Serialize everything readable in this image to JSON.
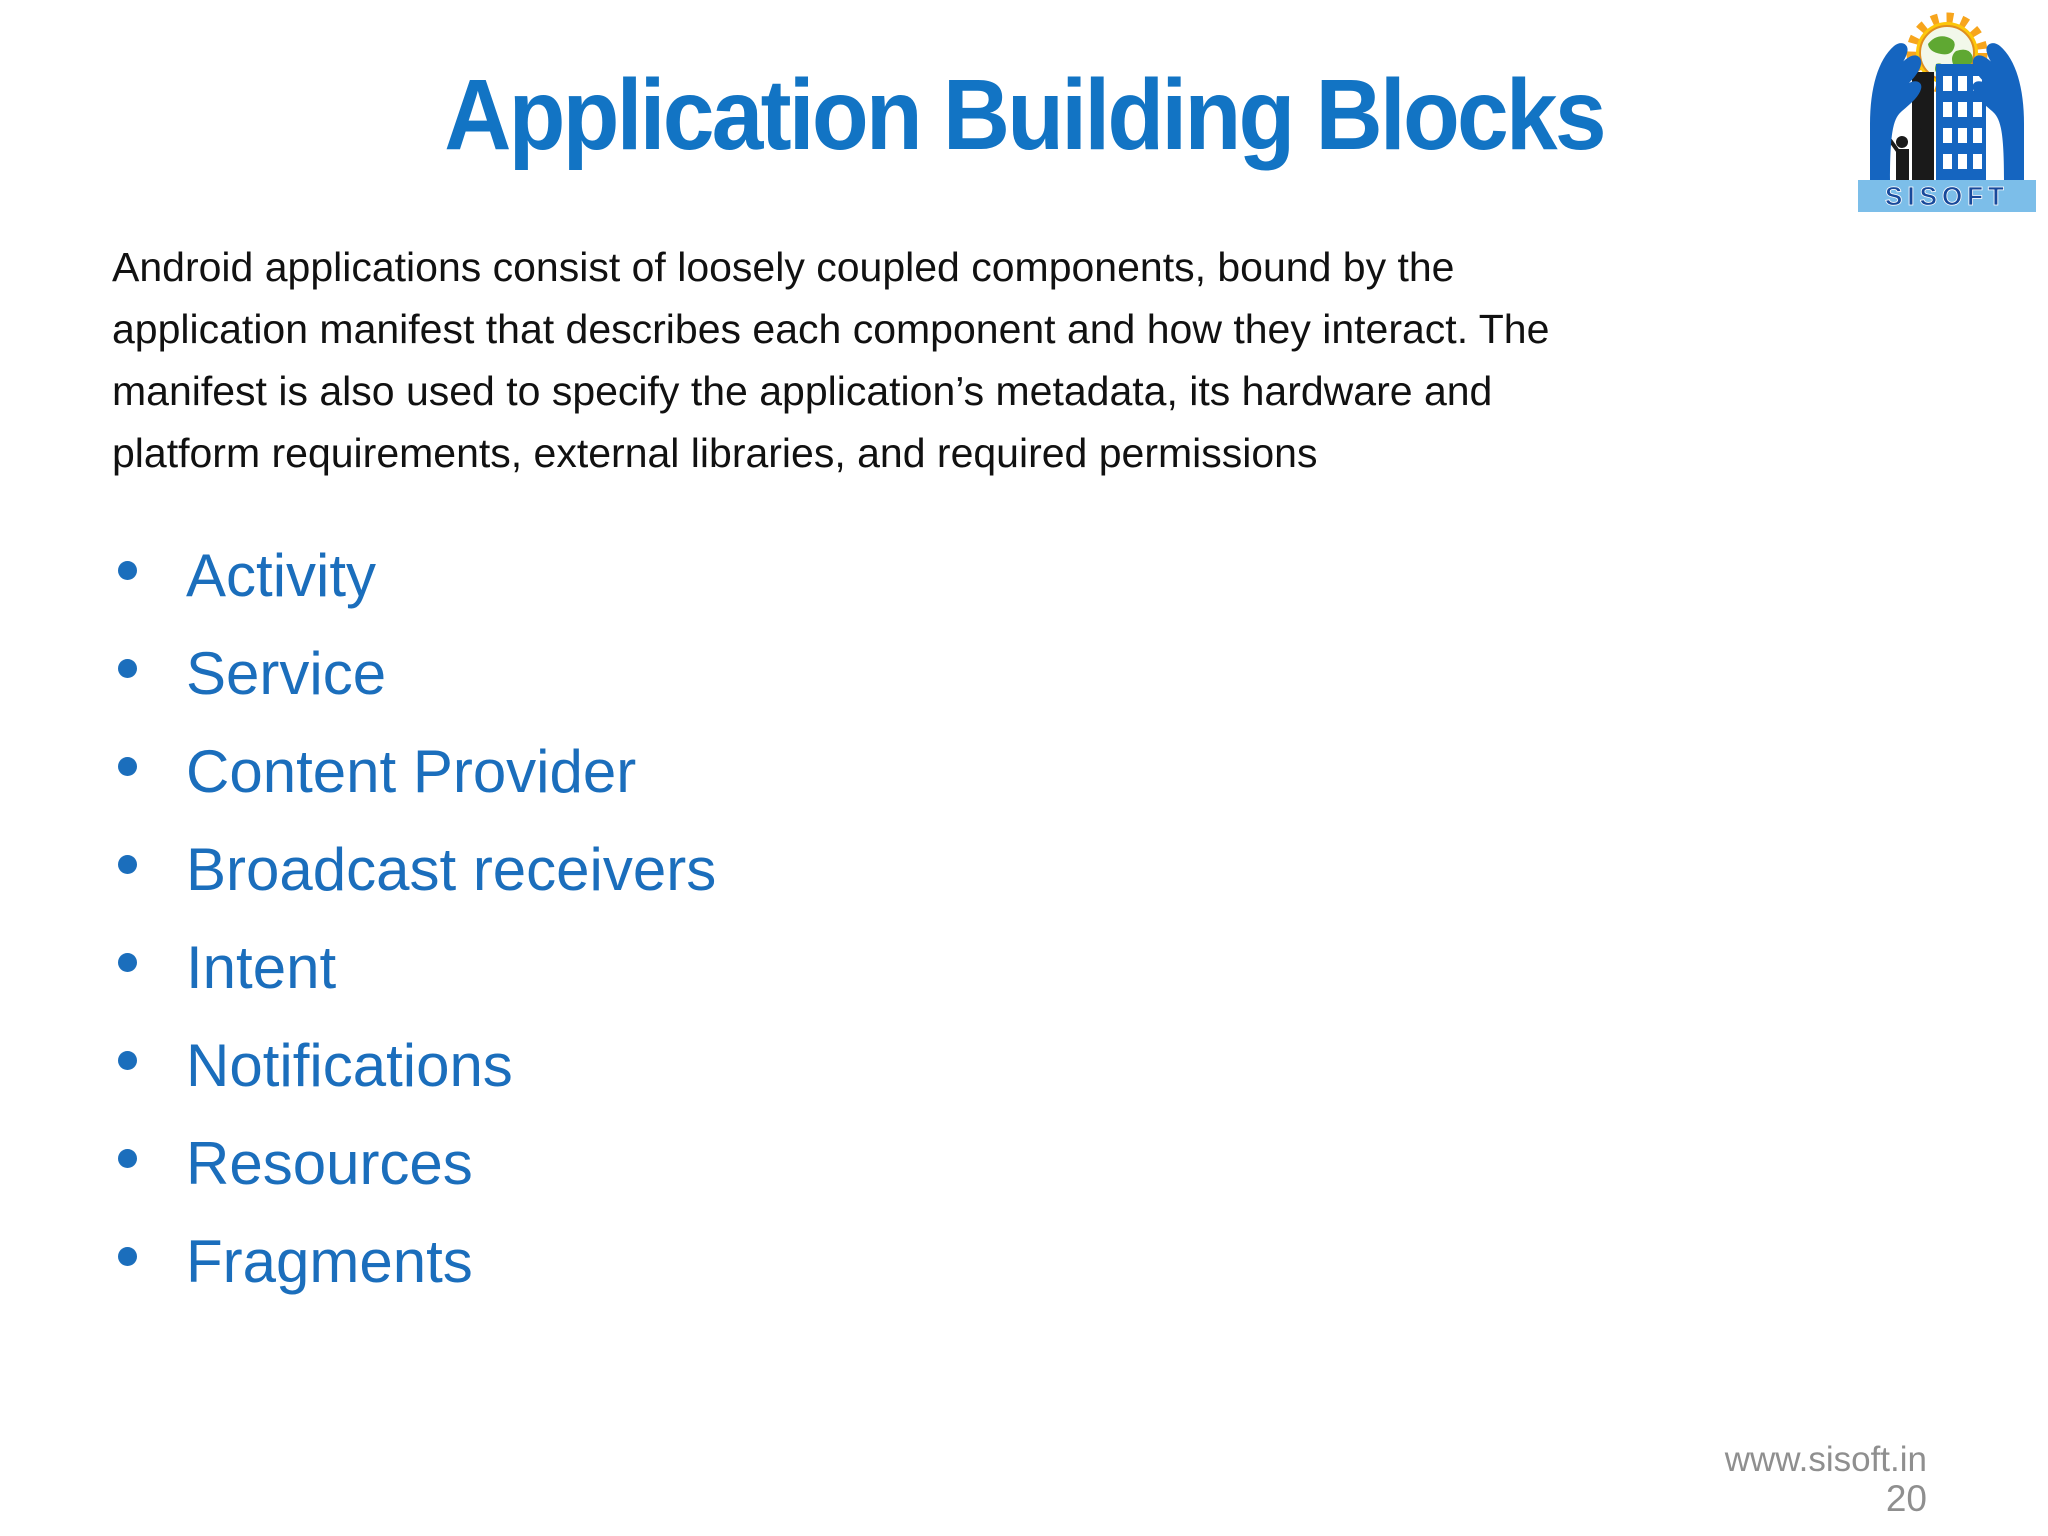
{
  "slide": {
    "title": "Application Building Blocks",
    "paragraph": "Android applications consist of loosely coupled components, bound by the\napplication manifest that describes each component and how they interact. The\nmanifest is also used to specify the application’s metadata, its hardware and\nplatform requirements, external libraries, and required permissions",
    "bullets": [
      "Activity",
      "Service",
      "Content Provider",
      "Broadcast receivers",
      "Intent",
      "Notifications",
      "Resources",
      "Fragments"
    ],
    "footer": {
      "website": "www.sisoft.in",
      "page_number": "20"
    },
    "logo": {
      "icon": "sisoft-logo",
      "text": "SISOFT"
    },
    "colors": {
      "title_blue": "#1274C4",
      "bullet_blue": "#1B6EBC",
      "body_text": "#111111",
      "footer_gray": "#8F8F8F",
      "logo_blue": "#1565C0",
      "logo_navy": "#17499B",
      "logo_banner": "#7CBEE9",
      "logo_sun": "#F7A51D",
      "logo_green": "#5FA832"
    }
  }
}
